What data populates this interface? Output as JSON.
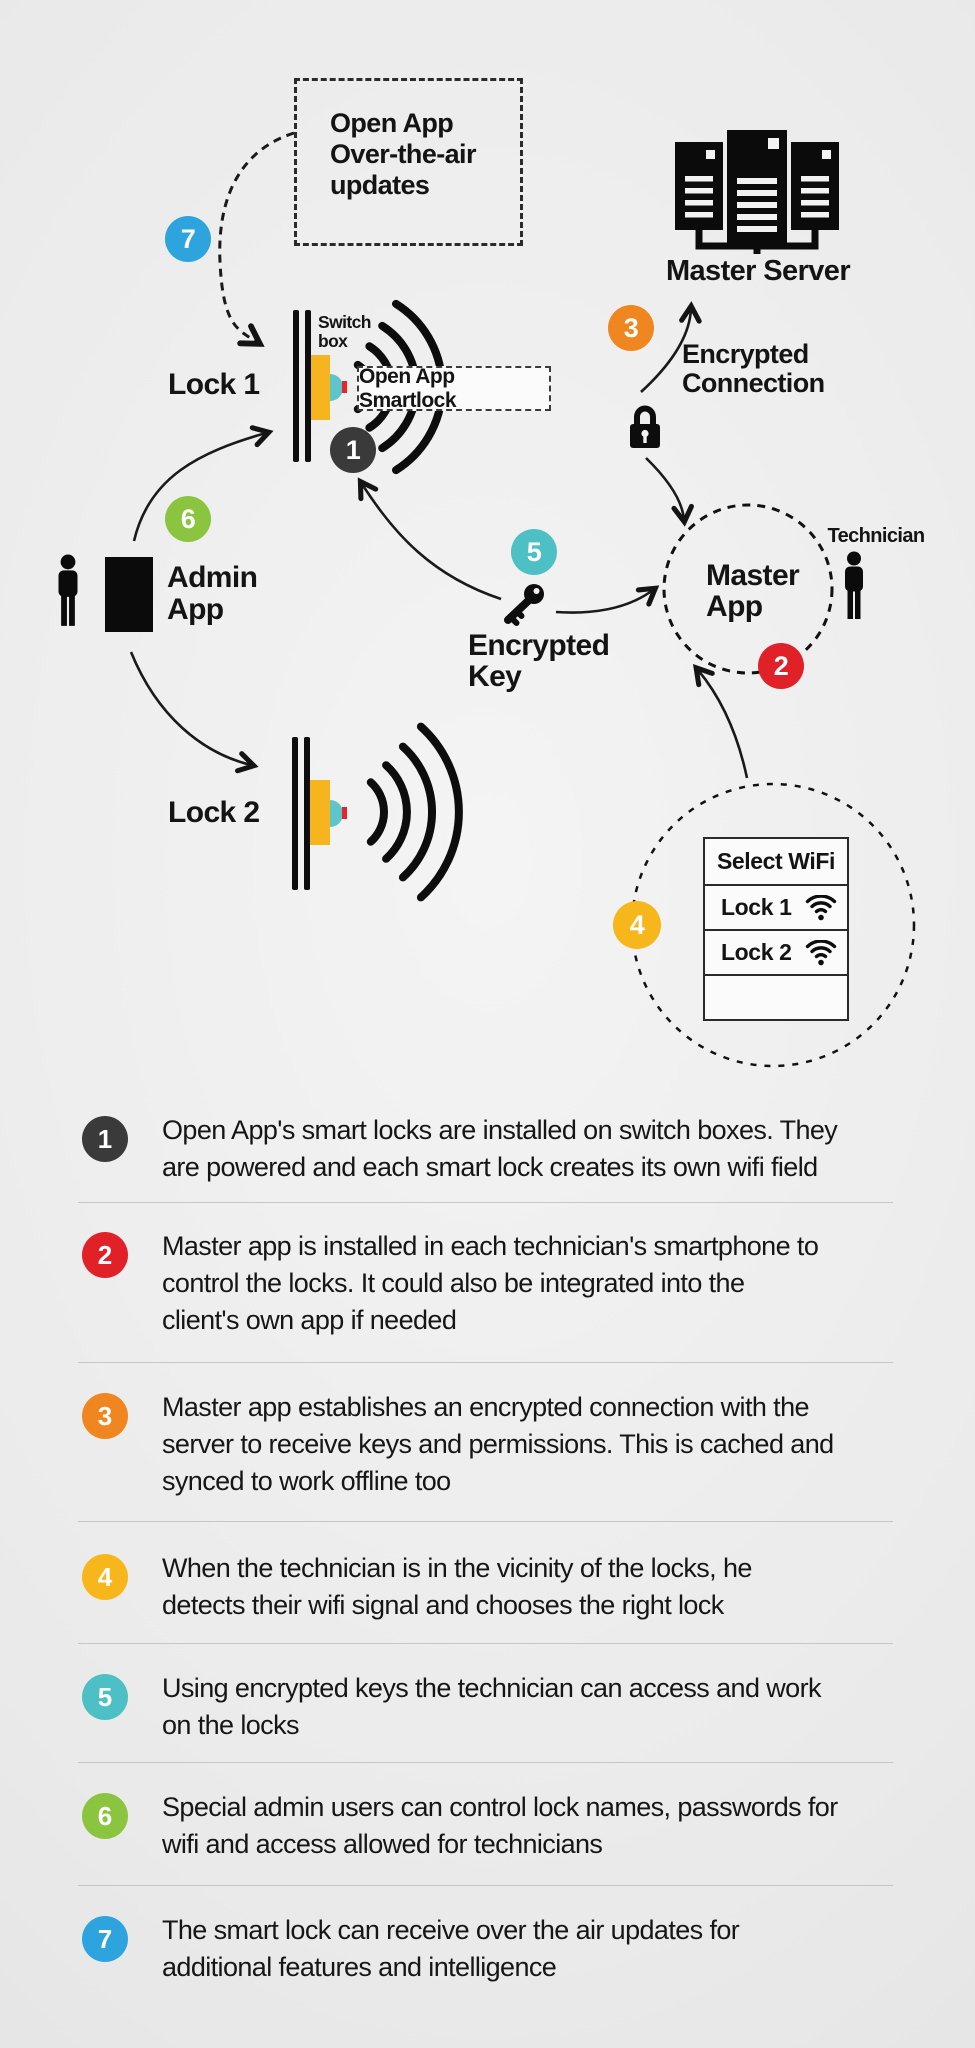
{
  "colors": {
    "badge_dark": "#3a3a3a",
    "badge_red": "#e02127",
    "badge_orange": "#f0861f",
    "badge_yellow": "#f7b71c",
    "badge_teal": "#4cc0c4",
    "badge_green": "#8bc540",
    "badge_blue": "#2da4dd"
  },
  "diagram": {
    "ota_box": {
      "badge": "7",
      "text": "Open App\nOver-the-air\nupdates"
    },
    "master_server": {
      "label": "Master Server"
    },
    "encrypted_connection": {
      "badge": "3",
      "label": "Encrypted\nConnection"
    },
    "lock1": {
      "label": "Lock 1",
      "switch_label": "Switch\nbox",
      "tag": "Open App Smartlock",
      "badge": "1"
    },
    "lock2": {
      "label": "Lock 2"
    },
    "admin": {
      "badge": "6",
      "label": "Admin\nApp"
    },
    "key": {
      "badge": "5",
      "label": "Encrypted\nKey"
    },
    "master_app": {
      "label": "Master\nApp",
      "badge": "2",
      "technician_label": "Technician"
    },
    "wifi_select": {
      "badge": "4",
      "header": "Select WiFi",
      "rows": [
        {
          "name": "Lock 1"
        },
        {
          "name": "Lock 2"
        },
        {
          "name": ""
        }
      ]
    }
  },
  "legend": {
    "items": [
      {
        "num": "1",
        "color": "#3a3a3a",
        "text": "Open App's smart locks are installed on switch boxes. They\nare powered and each smart lock creates its own wifi field"
      },
      {
        "num": "2",
        "color": "#e02127",
        "text": "Master app is installed in each technician's smartphone to\ncontrol the locks. It could also be integrated into the\nclient's own app if needed"
      },
      {
        "num": "3",
        "color": "#f0861f",
        "text": "Master app establishes an encrypted connection with the\nserver to receive keys and permissions. This is cached and\nsynced to work offline too"
      },
      {
        "num": "4",
        "color": "#f7b71c",
        "text": "When the technician is in the vicinity of the locks, he\ndetects their wifi signal and chooses the right lock"
      },
      {
        "num": "5",
        "color": "#4cc0c4",
        "text": "Using encrypted keys the technician can access and work\non the locks"
      },
      {
        "num": "6",
        "color": "#8bc540",
        "text": "Special admin users can control lock names, passwords for\nwifi and access allowed for technicians"
      },
      {
        "num": "7",
        "color": "#2da4dd",
        "text": "The smart lock can receive over the air updates for\nadditional features and intelligence"
      }
    ]
  }
}
